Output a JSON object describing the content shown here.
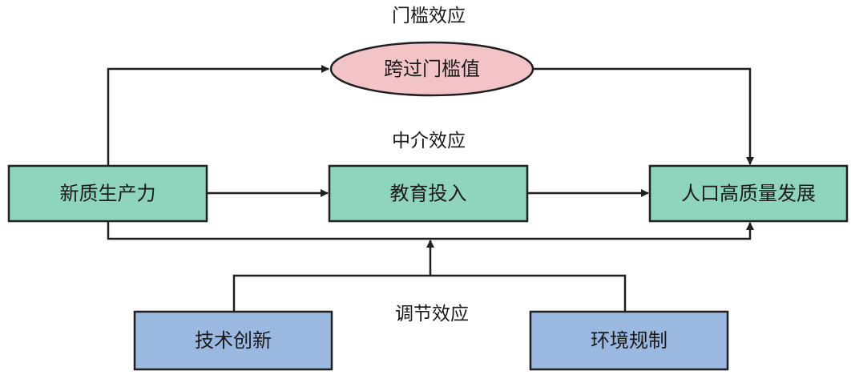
{
  "colors": {
    "green_node": "#8fd4bc",
    "blue_node": "#9ab8e0",
    "pink_node": "#f2c4c8",
    "line": "#1f1f1f"
  },
  "nodes": {
    "source": "新质生产力",
    "mediator": "教育投入",
    "outcome": "人口高质量发展",
    "threshold": "跨过门槛值",
    "moderator_tech": "技术创新",
    "moderator_env": "环境规制"
  },
  "labels": {
    "threshold_effect": "门槛效应",
    "mediation_effect": "中介效应",
    "moderation_effect": "调节效应"
  }
}
